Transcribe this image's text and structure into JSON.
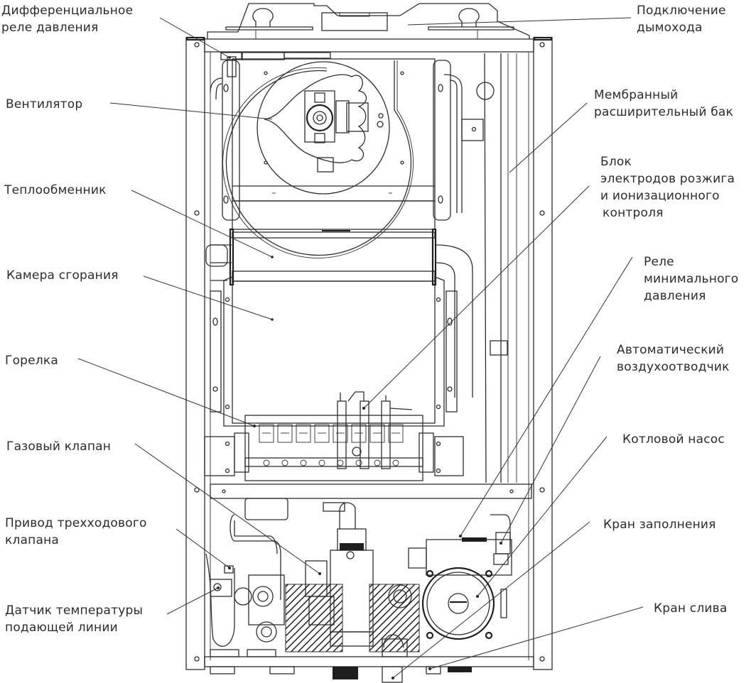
{
  "title": "Устройство газового котла",
  "labels": {
    "diff_relay": [
      "Дифференциальное",
      "реле давления"
    ],
    "flue": [
      "Подключение",
      "дымохода"
    ],
    "fan": [
      "Вентилятор"
    ],
    "expansion_tank": [
      "Мембранный",
      "расширительный бак"
    ],
    "electrodes": [
      "Блок",
      "электродов розжига",
      "и ионизационного",
      "контроля"
    ],
    "heat_exchanger": [
      "Теплообменник"
    ],
    "min_pressure_relay": [
      "Реле",
      "минимального",
      "давления"
    ],
    "combustion_chamber": [
      "Камера сгорания"
    ],
    "air_vent": [
      "Автоматический",
      "воздухоотводчик"
    ],
    "burner": [
      "Горелка"
    ],
    "pump": [
      "Котловой насос"
    ],
    "gas_valve": [
      "Газовый клапан"
    ],
    "fill_tap": [
      "Кран заполнения"
    ],
    "three_way_drive": [
      "Привод трехходового",
      "клапана"
    ],
    "drain_tap": [
      "Кран слива"
    ],
    "flow_temp_sensor": [
      "Датчик температуры",
      "подающей линии"
    ]
  }
}
